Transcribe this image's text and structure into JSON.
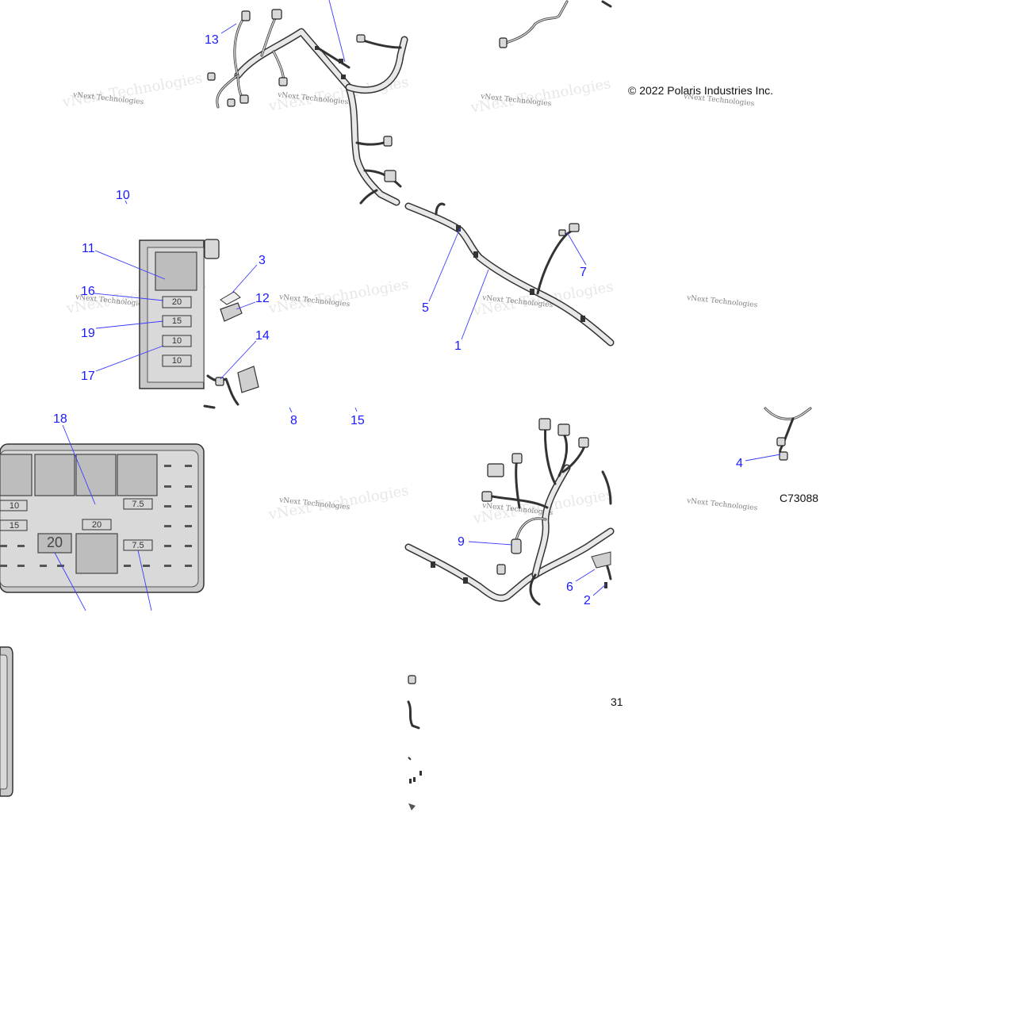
{
  "copyright": "© 2022 Polaris Industries Inc.",
  "figure_code": "C73088",
  "stray_number": "31",
  "watermark_text": "vNext Technologies",
  "callouts": {
    "c1": "1",
    "c2": "2",
    "c3": "3",
    "c4": "4",
    "c5": "5",
    "c6": "6",
    "c7": "7",
    "c8": "8",
    "c9": "9",
    "c10": "10",
    "c11": "11",
    "c12": "12",
    "c13": "13",
    "c14": "14",
    "c15": "15",
    "c16": "16",
    "c17": "17",
    "c18": "18",
    "c19": "19"
  },
  "fuse_box_small": {
    "fuses": [
      "20",
      "15",
      "10",
      "10"
    ]
  },
  "fuse_box_large": {
    "left_fuses": [
      "10",
      "15"
    ],
    "center_fuse": "20",
    "big_fuse": "20",
    "right_fuses": [
      "7.5",
      "7.5"
    ]
  },
  "colors": {
    "callout": "#1a1aff",
    "leader": "#3b3bff",
    "part_fill": "#c9c9c9",
    "outline": "#333333"
  }
}
